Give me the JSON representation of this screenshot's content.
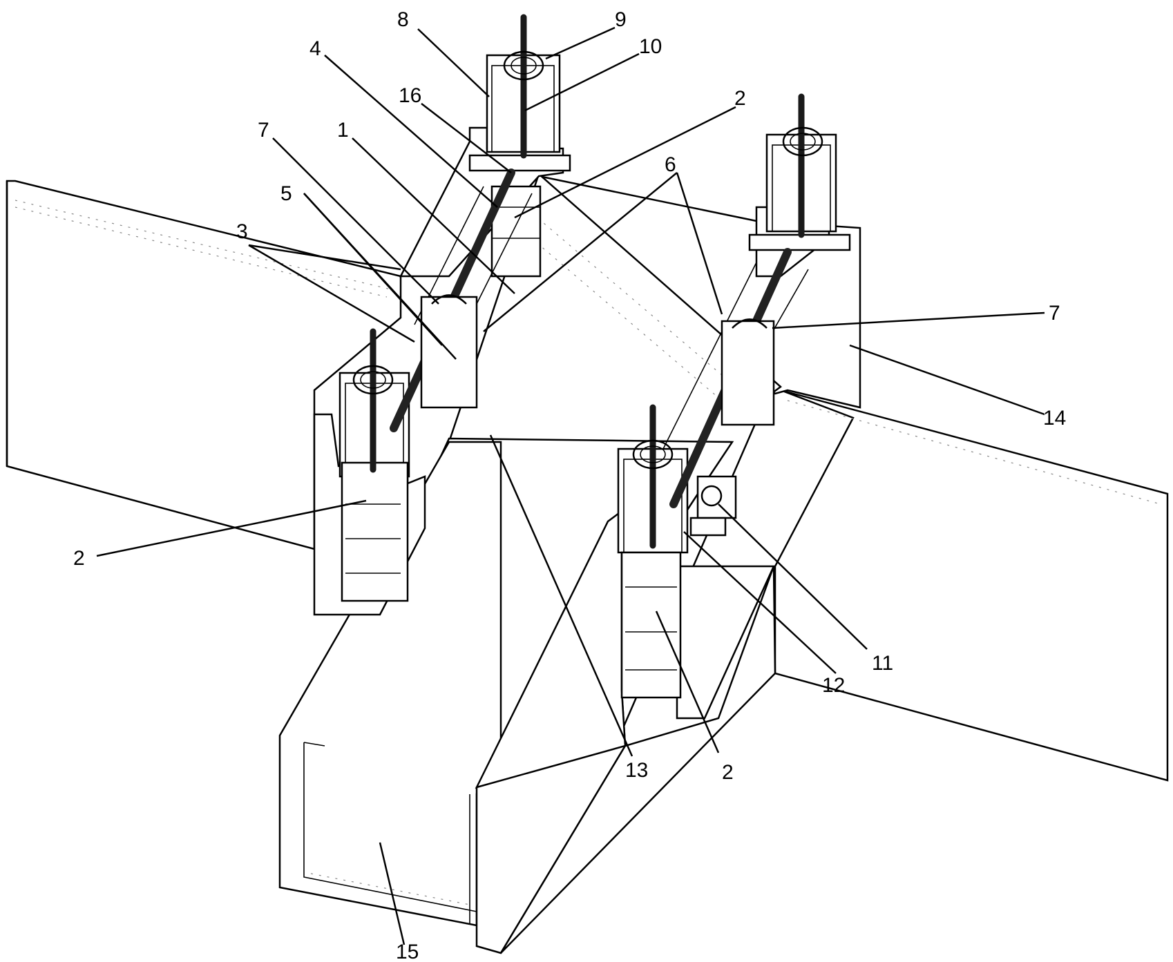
{
  "labels": [
    {
      "id": "l8",
      "text": "8"
    },
    {
      "id": "l9",
      "text": "9"
    },
    {
      "id": "l10",
      "text": "10"
    },
    {
      "id": "l4",
      "text": "4"
    },
    {
      "id": "l16",
      "text": "16"
    },
    {
      "id": "l2a",
      "text": "2"
    },
    {
      "id": "l7a",
      "text": "7"
    },
    {
      "id": "l1",
      "text": "1"
    },
    {
      "id": "l6",
      "text": "6"
    },
    {
      "id": "l5",
      "text": "5"
    },
    {
      "id": "l3",
      "text": "3"
    },
    {
      "id": "l7b",
      "text": "7"
    },
    {
      "id": "l14",
      "text": "14"
    },
    {
      "id": "l2b",
      "text": "2"
    },
    {
      "id": "l11",
      "text": "11"
    },
    {
      "id": "l12",
      "text": "12"
    },
    {
      "id": "l13",
      "text": "13"
    },
    {
      "id": "l2c",
      "text": "2"
    },
    {
      "id": "l15",
      "text": "15"
    }
  ]
}
